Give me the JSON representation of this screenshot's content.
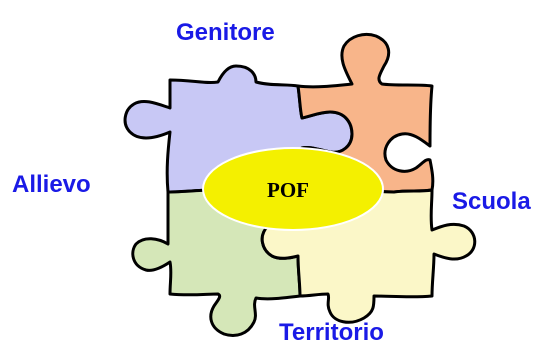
{
  "center": {
    "label": "POF"
  },
  "labels": {
    "genitore": "Genitore",
    "allievo": "Allievo",
    "scuola": "Scuola",
    "territorio": "Territorio"
  },
  "colors": {
    "label_text": "#1a1ae6",
    "outline": "#000000",
    "piece_genitore": "#c8c8f5",
    "piece_scuola": "#f8b58a",
    "piece_allievo": "#d5e7b8",
    "piece_territorio": "#fbf7c8",
    "center_fill": "#f4f000"
  }
}
